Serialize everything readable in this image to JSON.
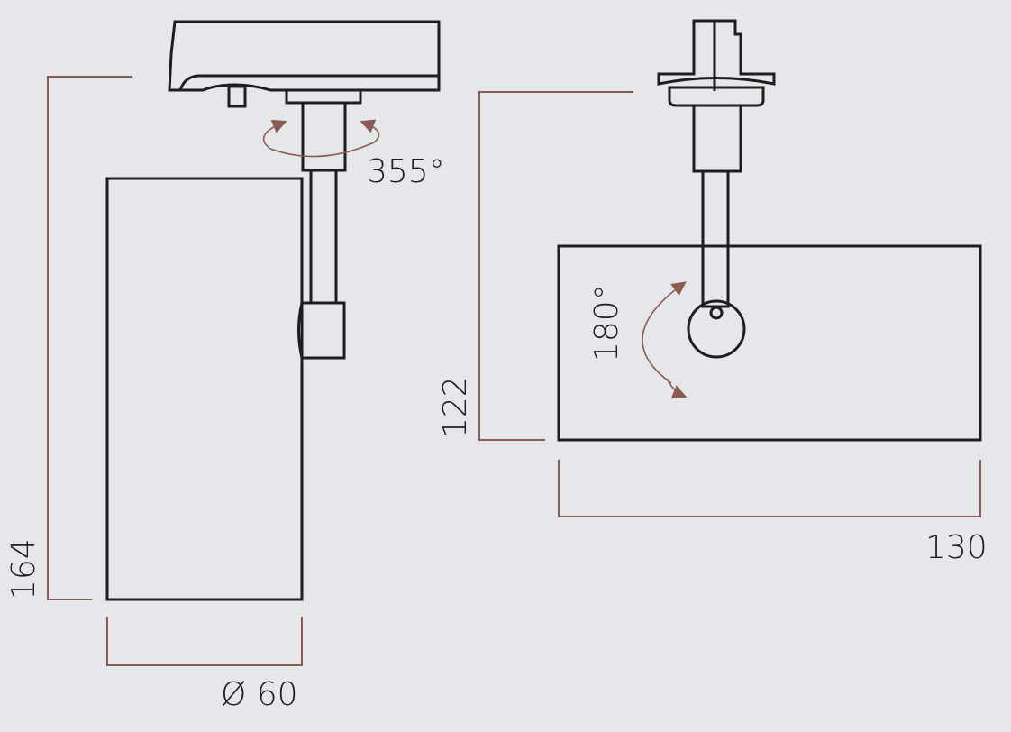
{
  "side_view": {
    "height_label": "164",
    "diameter_label": "Ø 60",
    "rotation_label": "355°"
  },
  "front_view": {
    "height_label": "122",
    "width_label": "130",
    "tilt_label": "180°"
  },
  "colors": {
    "background": "#e6e7eb",
    "outline": "#1e1e1e",
    "dimension": "#8b5a50"
  }
}
